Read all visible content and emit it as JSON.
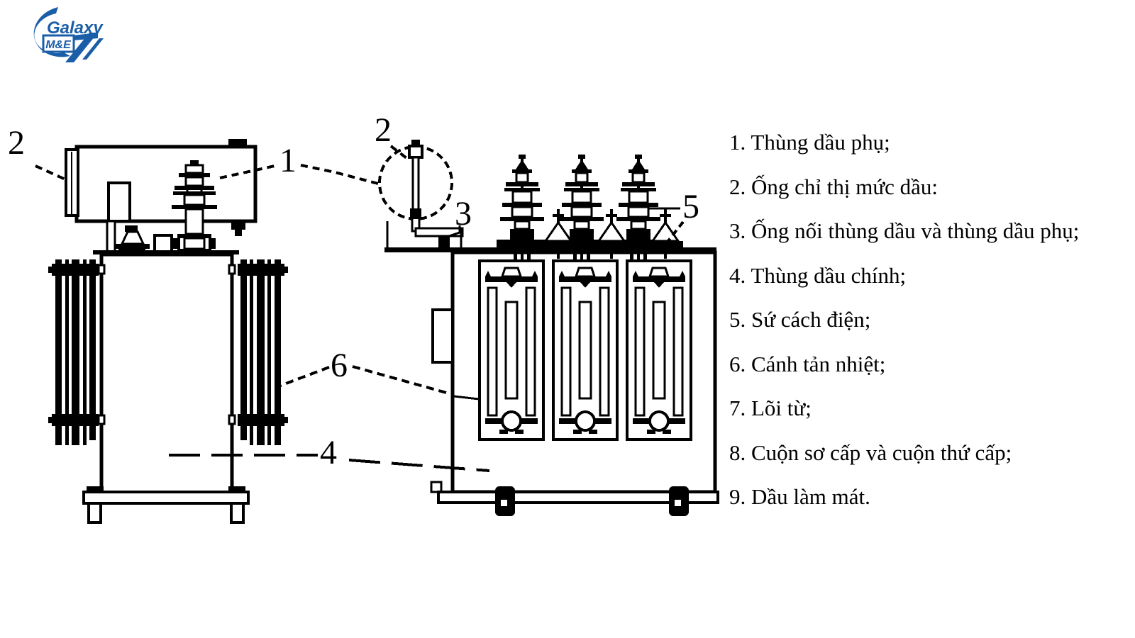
{
  "logo": {
    "brand": "Galaxy",
    "sub": "M&E",
    "color": "#1b5ea8"
  },
  "diagram": {
    "ink": "#000000",
    "background": "#ffffff",
    "callouts": {
      "conservator_left": "2",
      "conservator_shared": "1",
      "oil_level_indicator": "2",
      "connecting_pipe": "3",
      "bushing": "5",
      "radiator": "6",
      "main_tank": "4"
    }
  },
  "legend": {
    "items": [
      "1. Thùng dầu phụ;",
      "2. Ống chỉ thị mức dầu:",
      "3. Ống nối thùng dầu và thùng dầu phụ;",
      "4. Thùng dầu chính;",
      "5. Sứ cách điện;",
      "6. Cánh tản nhiệt;",
      "7. Lõi từ;",
      "8. Cuộn sơ cấp và cuộn thứ cấp;",
      "9. Dầu làm mát."
    ]
  }
}
